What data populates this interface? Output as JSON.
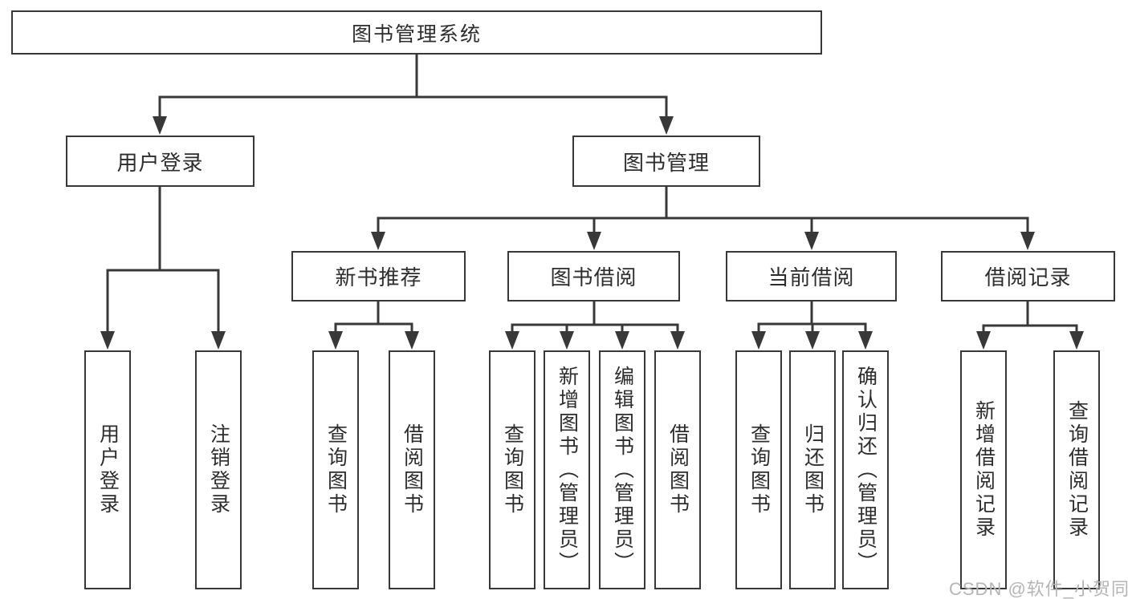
{
  "diagram": {
    "type": "feature-tree",
    "colors": {
      "line": "#383838",
      "box_border": "#383838",
      "text": "#2d2d2d",
      "background": "#ffffff",
      "watermark": "#b5b5b5"
    },
    "tree": {
      "root": {
        "label": "图书管理系统"
      },
      "level2": [
        {
          "label": "用户登录"
        },
        {
          "label": "图书管理"
        }
      ],
      "level3": [
        {
          "label": "新书推荐"
        },
        {
          "label": "图书借阅"
        },
        {
          "label": "当前借阅"
        },
        {
          "label": "借阅记录"
        }
      ],
      "leaves": {
        "user": [
          {
            "label": "用户登录"
          },
          {
            "label": "注销登录"
          }
        ],
        "recommend": [
          {
            "label": "查询图书"
          },
          {
            "label": "借阅图书"
          }
        ],
        "borrow": [
          {
            "label": "查询图书"
          },
          {
            "label": "新增图书（管理员）"
          },
          {
            "label": "编辑图书（管理员）"
          },
          {
            "label": "借阅图书"
          }
        ],
        "current": [
          {
            "label": "查询图书"
          },
          {
            "label": "归还图书"
          },
          {
            "label": "确认归还（管理员）"
          }
        ],
        "records": [
          {
            "label": "新增借阅记录"
          },
          {
            "label": "查询借阅记录"
          }
        ]
      }
    },
    "watermark": {
      "text": "CSDN @软件_小贺同学"
    }
  }
}
